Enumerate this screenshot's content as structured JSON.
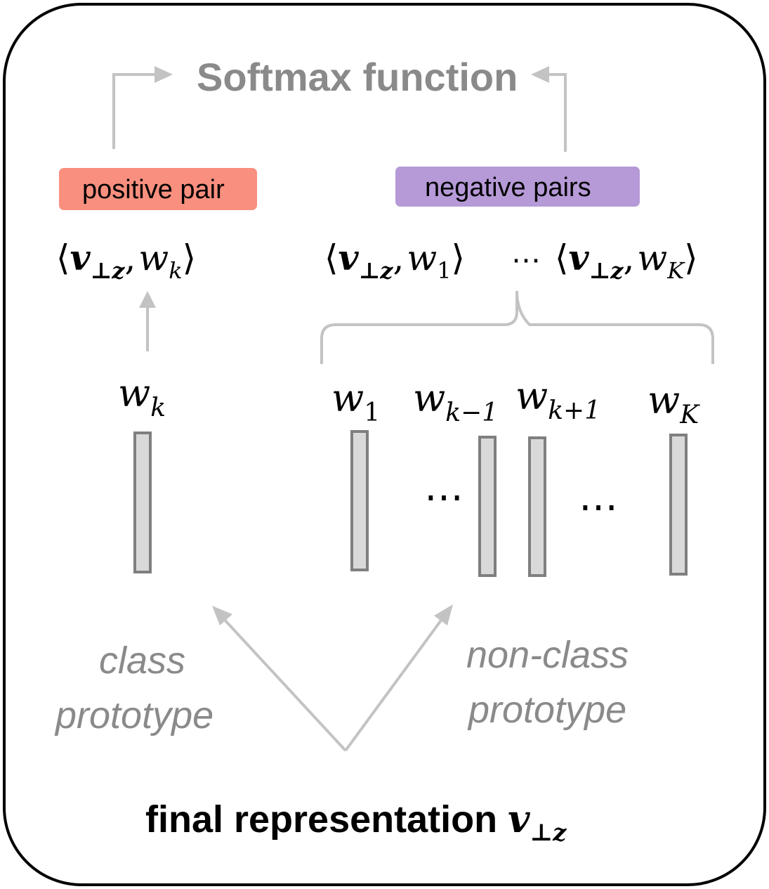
{
  "softmax": {
    "label": "Softmax function"
  },
  "positive": {
    "label": "positive pair",
    "color": "#f98f7e"
  },
  "negative": {
    "label": "negative pairs",
    "color": "#b69ad7"
  },
  "formulas": {
    "pos": {
      "lang": "⟨",
      "v": "v",
      "sub": "⊥z",
      "comma": ",",
      "w": "w",
      "wsub": "k",
      "rang": "⟩"
    },
    "neg1": {
      "lang": "⟨",
      "v": "v",
      "sub": "⊥z",
      "comma": ",",
      "w": "w",
      "wsub": "1",
      "rang": "⟩"
    },
    "dots": "⋯",
    "negK": {
      "lang": "⟨",
      "v": "v",
      "sub": "⊥z",
      "comma": ",",
      "w": "w",
      "wsub": "K",
      "rang": "⟩"
    }
  },
  "prototypes": {
    "wk": {
      "main": "w",
      "sub": "k"
    },
    "w1": {
      "main": "w",
      "sub": "1"
    },
    "wkm1": {
      "main": "w",
      "sub": "k−1"
    },
    "wkp1": {
      "main": "w",
      "sub": "k+1"
    },
    "wK": {
      "main": "w",
      "sub": "K"
    },
    "dots": "⋯"
  },
  "labels": {
    "class_line1": "class",
    "class_line2": "prototype",
    "nonclass_line1": "non-class",
    "nonclass_line2": "prototype",
    "final_text": "final representation ",
    "final_v": "v",
    "final_sub": "⊥z"
  },
  "colors": {
    "arrow": "#c3c3c3",
    "label_gray": "#8a8a8a",
    "bar_fill": "#d9d9d9",
    "bar_stroke": "#7f7f7f",
    "frame": "#000000"
  }
}
